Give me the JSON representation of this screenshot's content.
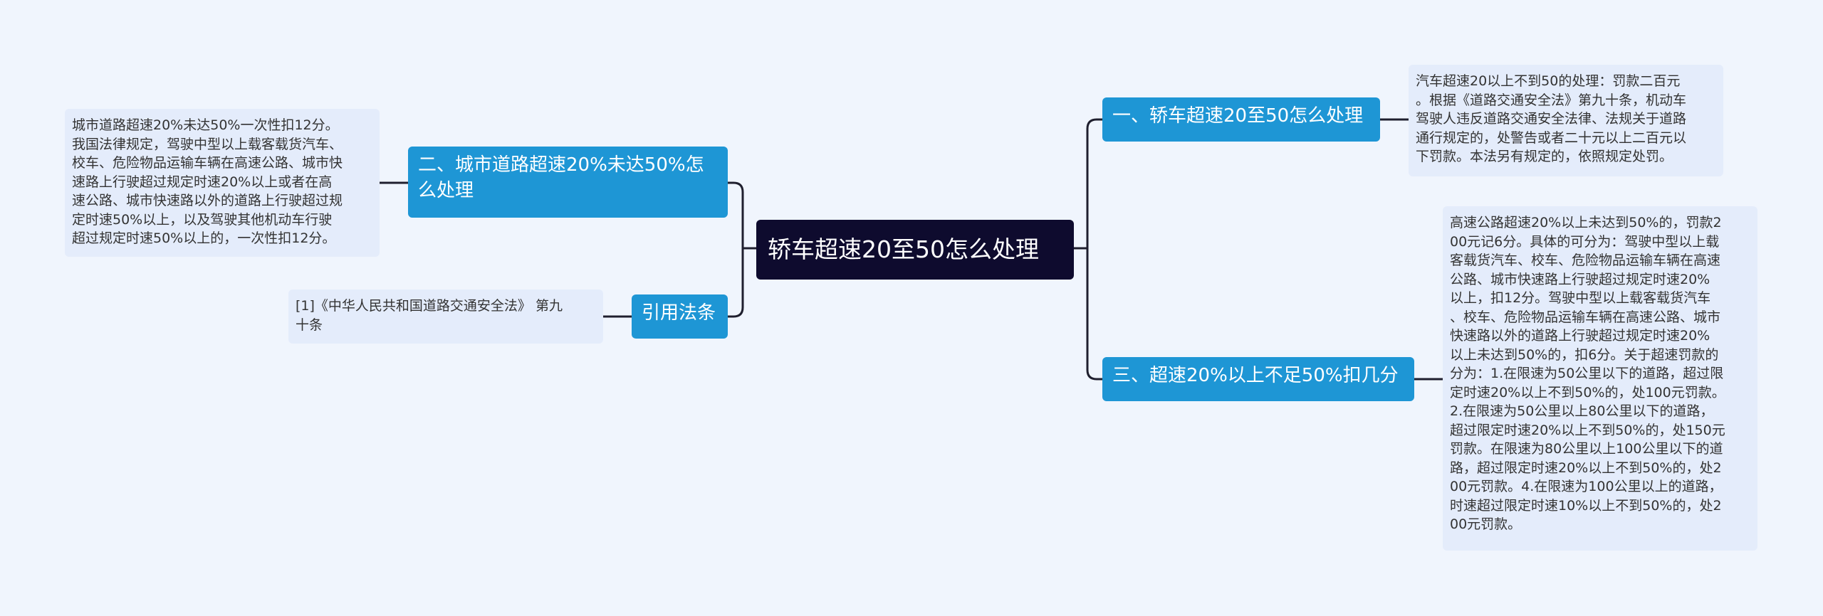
{
  "root": {
    "label": "轿车超速20至50怎么处理"
  },
  "branches": {
    "b1": "一、轿车超速20至50怎么处理",
    "b2": "二、城市道路超速20%未达50%怎么处理",
    "b3": "三、超速20%以上不足50%扣几分",
    "b4": "引用法条"
  },
  "leaves": {
    "l1": [
      "汽车超速20以上不到50的处理：罚款二百元",
      "。根据《道路交通安全法》第九十条，机动车",
      "驾驶人违反道路交通安全法律、法规关于道路",
      "通行规定的，处警告或者二十元以上二百元以",
      "下罚款。本法另有规定的，依照规定处罚。"
    ],
    "l2": [
      "城市道路超速20%未达50%一次性扣12分。",
      "我国法律规定，驾驶中型以上载客载货汽车、",
      "校车、危险物品运输车辆在高速公路、城市快",
      "速路上行驶超过规定时速20%以上或者在高",
      "速公路、城市快速路以外的道路上行驶超过规",
      "定时速50%以上，以及驾驶其他机动车行驶",
      "超过规定时速50%以上的，一次性扣12分。"
    ],
    "l3": [
      "高速公路超速20%以上未达到50%的，罚款2",
      "00元记6分。具体的可分为：驾驶中型以上载",
      "客载货汽车、校车、危险物品运输车辆在高速",
      "公路、城市快速路上行驶超过规定时速20%",
      "以上，扣12分。驾驶中型以上载客载货汽车",
      "、校车、危险物品运输车辆在高速公路、城市",
      "快速路以外的道路上行驶超过规定时速20%",
      "以上未达到50%的，扣6分。关于超速罚款的",
      "分为：1.在限速为50公里以下的道路，超过限",
      "定时速20%以上不到50%的，处100元罚款。",
      "2.在限速为50公里以上80公里以下的道路，",
      "超过限定时速20%以上不到50%的，处150元",
      "罚款。在限速为80公里以上100公里以下的道",
      "路，超过限定时速20%以上不到50%的，处2",
      "00元罚款。4.在限速为100公里以上的道路，",
      "时速超过限定时速10%以上不到50%的，处2",
      "00元罚款。"
    ],
    "l4": [
      "[1]《中华人民共和国道路交通安全法》 第九",
      "十条"
    ]
  },
  "colors": {
    "background": "#f0f5fd",
    "root_fill": "#0e0b2e",
    "branch_fill": "#1e96d5",
    "leaf_fill": "#e4ecfb",
    "connector": "#1f1f2e"
  }
}
